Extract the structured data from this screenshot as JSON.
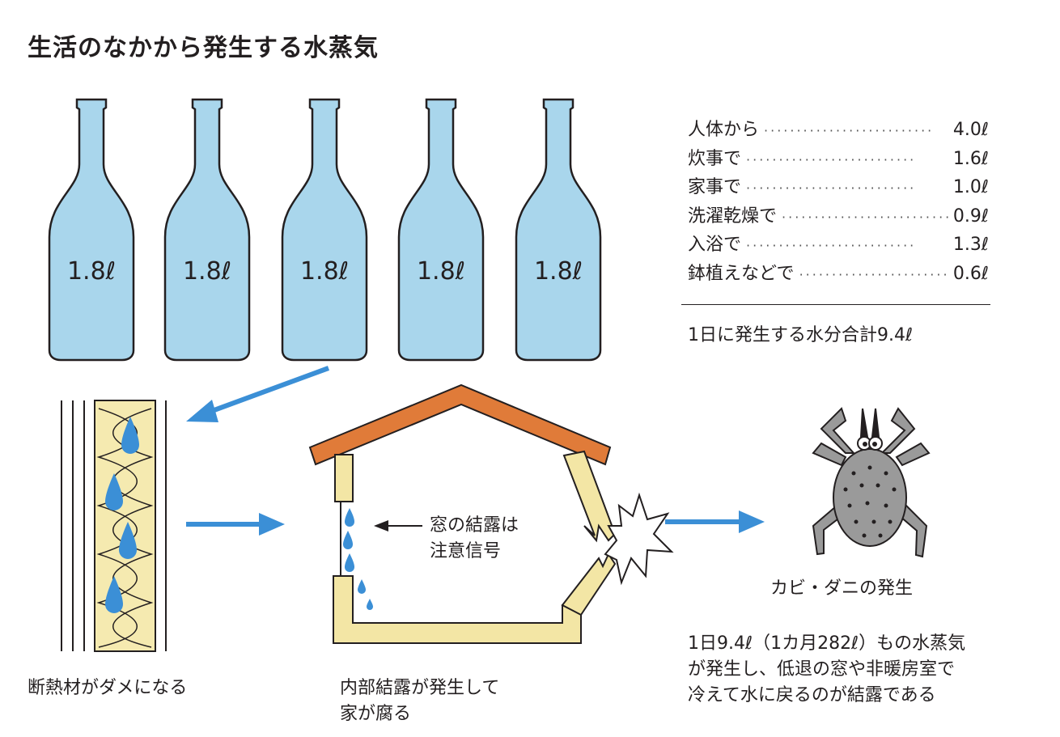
{
  "title": "生活のなかから発生する水蒸気",
  "bottles": [
    {
      "label": "1.8ℓ"
    },
    {
      "label": "1.8ℓ"
    },
    {
      "label": "1.8ℓ"
    },
    {
      "label": "1.8ℓ"
    },
    {
      "label": "1.8ℓ"
    }
  ],
  "sources": [
    {
      "label": "人体から",
      "value": "4.0ℓ"
    },
    {
      "label": "炊事で",
      "value": "1.6ℓ"
    },
    {
      "label": "家事で",
      "value": "1.0ℓ"
    },
    {
      "label": "洗濯乾燥で",
      "value": "0.9ℓ"
    },
    {
      "label": "入浴で",
      "value": "1.3ℓ"
    },
    {
      "label": "鉢植えなどで",
      "value": "0.6ℓ"
    }
  ],
  "total": "1日に発生する水分合計9.4ℓ",
  "captions": {
    "insulation": "断熱材がダメになる",
    "house": [
      "内部結露が発生して",
      "家が腐る"
    ],
    "mite": "カビ・ダニの発生"
  },
  "window_note": [
    "窓の結露は",
    "注意信号"
  ],
  "note": [
    "1日9.4ℓ（1カ月282ℓ）もの水蒸気",
    "が発生し、低退の窓や非暖房室で",
    "冷えて水に戻るのが結露である"
  ],
  "colors": {
    "water": "#a9d6ec",
    "arrow": "#3b8fd6",
    "insulation": "#f5eab0",
    "roof": "#e07b39",
    "wall": "#f3e6a5",
    "mite": "#9a9a9a"
  }
}
